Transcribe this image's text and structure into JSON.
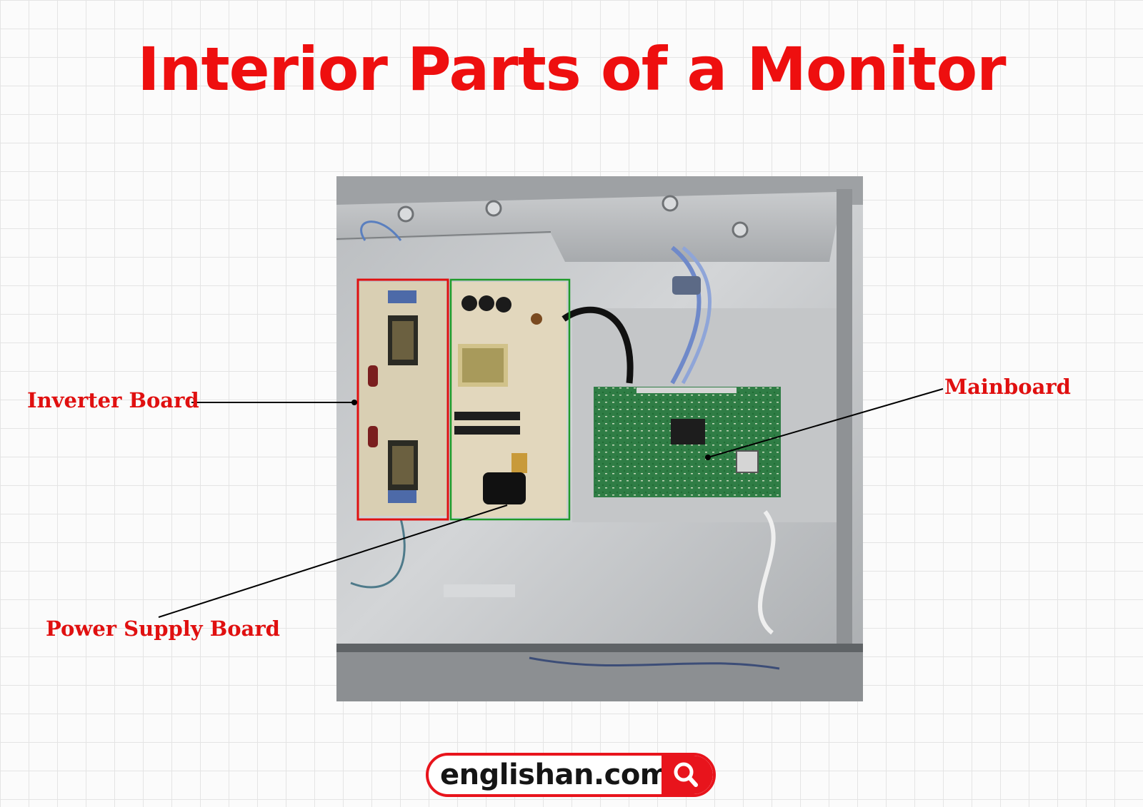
{
  "title": "Interior Parts of a Monitor",
  "labels": {
    "inverter": "Inverter Board",
    "mainboard": "Mainboard",
    "power_supply": "Power Supply Board"
  },
  "site": {
    "text": "englishan.com",
    "icon": "search-icon"
  },
  "colors": {
    "title": "#ee0f0f",
    "label": "#e01010",
    "inverter_box": "#e01010",
    "power_box": "#1e9a2a",
    "badge": "#e8141c"
  }
}
